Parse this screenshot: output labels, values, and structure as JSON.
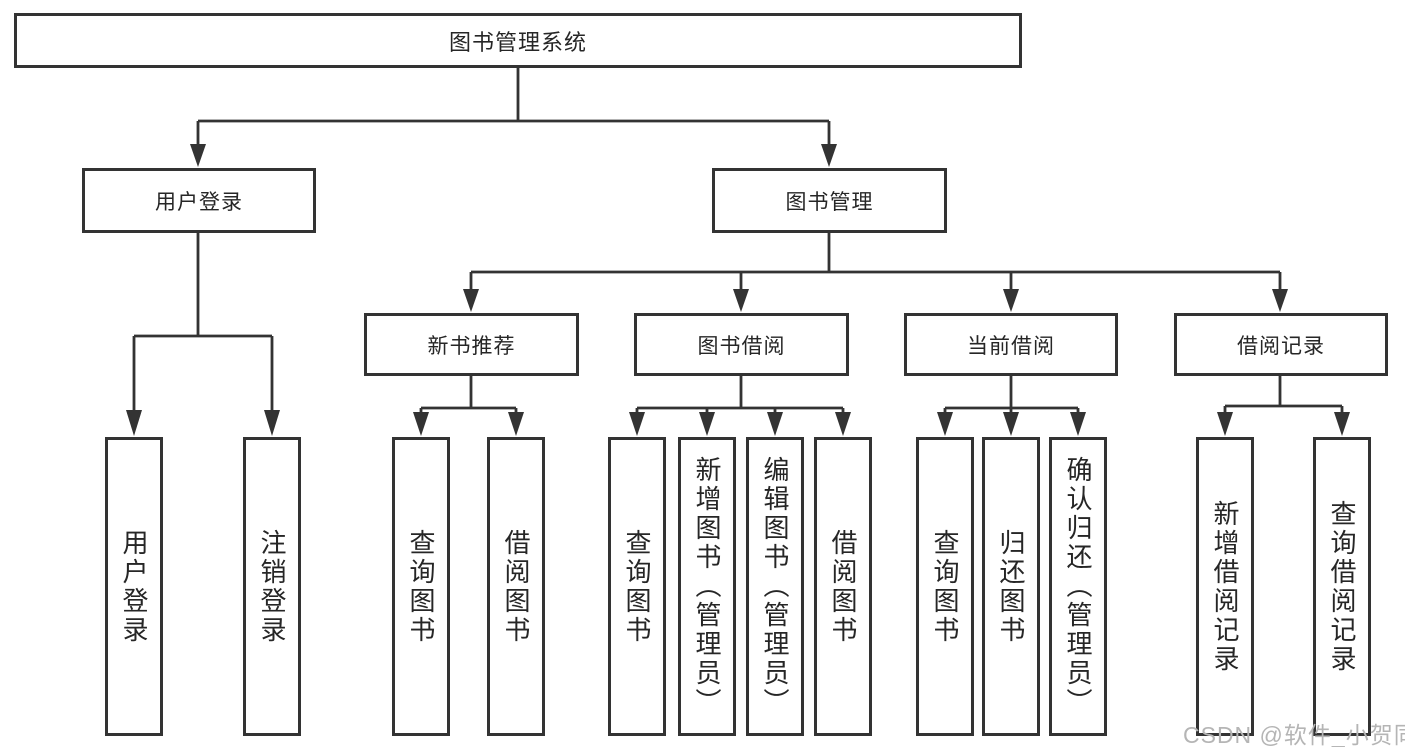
{
  "tree": {
    "root": {
      "label": "图书管理系统"
    },
    "level2": [
      {
        "label": "用户登录",
        "leaves": [
          {
            "label": "用户登录"
          },
          {
            "label": "注销登录"
          }
        ]
      },
      {
        "label": "图书管理",
        "groups": [
          {
            "label": "新书推荐",
            "leaves": [
              {
                "label": "查询图书"
              },
              {
                "label": "借阅图书"
              }
            ]
          },
          {
            "label": "图书借阅",
            "leaves": [
              {
                "label": "查询图书"
              },
              {
                "label": "新增图书（管理员）"
              },
              {
                "label": "编辑图书（管理员）"
              },
              {
                "label": "借阅图书"
              }
            ]
          },
          {
            "label": "当前借阅",
            "leaves": [
              {
                "label": "查询图书"
              },
              {
                "label": "归还图书"
              },
              {
                "label": "确认归还（管理员）"
              }
            ]
          },
          {
            "label": "借阅记录",
            "leaves": [
              {
                "label": "新增借阅记录"
              },
              {
                "label": "查询借阅记录"
              }
            ]
          }
        ]
      }
    ]
  },
  "watermark": {
    "text": "CSDN @软件_小贺同学"
  },
  "colors": {
    "line": "#333333",
    "border": "#333333",
    "text": "#262626",
    "watermark": "#b5b5b5",
    "background": "#ffffff"
  }
}
